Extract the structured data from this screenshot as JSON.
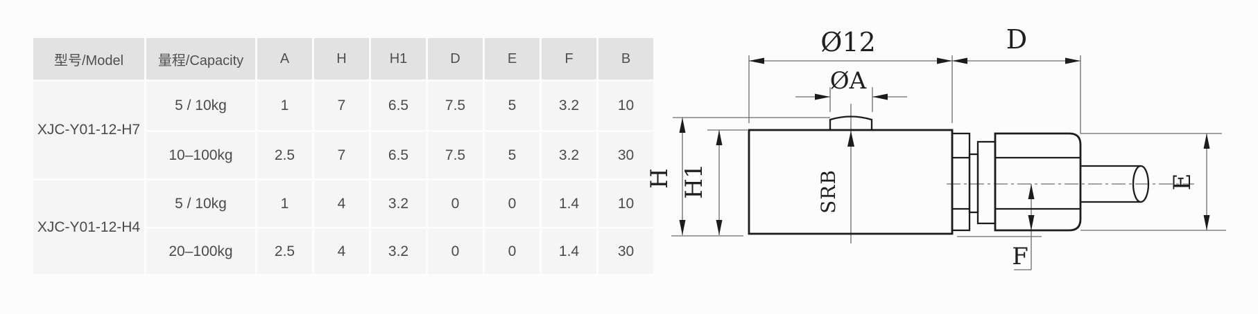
{
  "table": {
    "headers": [
      "型号/Model",
      "量程/Capacity",
      "A",
      "H",
      "H1",
      "D",
      "E",
      "F",
      "B"
    ],
    "groups": [
      {
        "model": "XJC-Y01-12-H7",
        "rows": [
          {
            "capacity": "5 / 10kg",
            "values": [
              "1",
              "7",
              "6.5",
              "7.5",
              "5",
              "3.2",
              "10"
            ]
          },
          {
            "capacity": "10–100kg",
            "values": [
              "2.5",
              "7",
              "6.5",
              "7.5",
              "5",
              "3.2",
              "30"
            ]
          }
        ]
      },
      {
        "model": "XJC-Y01-12-H4",
        "rows": [
          {
            "capacity": "5 / 10kg",
            "values": [
              "1",
              "4",
              "3.2",
              "0",
              "0",
              "1.4",
              "10"
            ]
          },
          {
            "capacity": "20–100kg",
            "values": [
              "2.5",
              "4",
              "3.2",
              "0",
              "0",
              "1.4",
              "30"
            ]
          }
        ]
      }
    ]
  },
  "drawing": {
    "labels": {
      "body_diameter": "Ø12",
      "boss_diameter": "ØA",
      "connector_length": "D",
      "total_height": "H",
      "body_height": "H1",
      "connector_height": "E",
      "center_offset": "F",
      "body_text": "SRB"
    }
  },
  "colors": {
    "header_bg": "#e2e2e2",
    "cell_bg": "#f5f5f5",
    "table_text": "#4a4a4a",
    "outline": "#1c1c1c",
    "dimension_line": "#6b6b6b",
    "page_bg": "#fcfcfc"
  }
}
